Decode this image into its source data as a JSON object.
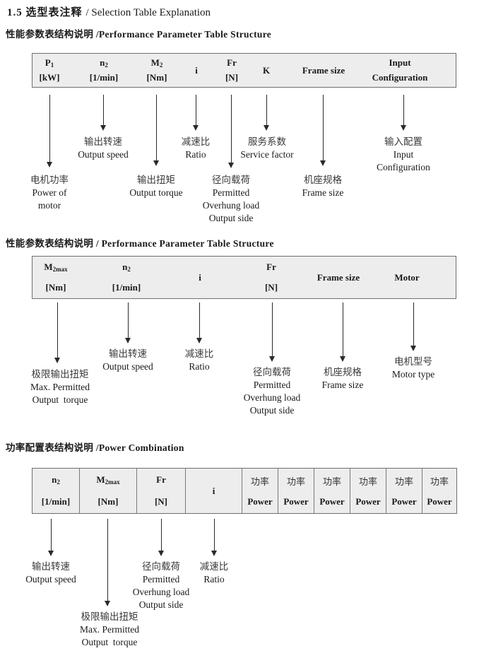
{
  "title": {
    "cn": "1.5 选型表注释",
    "en": "/ Selection Table Explanation"
  },
  "sections": [
    {
      "heading": "性能参数表结构说明 /Performance Parameter Table Structure",
      "table": {
        "columns": [
          {
            "l1": "P",
            "sub": "1",
            "l2": "[kW]"
          },
          {
            "l1": "n",
            "sub": "2",
            "l2": "[1/min]"
          },
          {
            "l1": "M",
            "sub": "2",
            "l2": "[Nm]"
          },
          {
            "l1": "i"
          },
          {
            "l1": "Fr",
            "l2": "[N]"
          },
          {
            "l1": "K"
          },
          {
            "l1": "Frame size"
          },
          {
            "l1": "Input",
            "l2": "Configuration"
          }
        ]
      },
      "callouts": [
        {
          "cn": "电机功率",
          "en1": "Power of",
          "en2": "motor"
        },
        {
          "cn": "输出转速",
          "en1": "Output speed"
        },
        {
          "cn": "输出扭矩",
          "en1": "Output torque"
        },
        {
          "cn": "减速比",
          "en1": "Ratio"
        },
        {
          "cn": "径向载荷",
          "en1": "Permitted",
          "en2": "Overhung load",
          "en3": "Output side"
        },
        {
          "cn": "服务系数",
          "en1": "Service factor"
        },
        {
          "cn": "机座规格",
          "en1": "Frame size"
        },
        {
          "cn": "输入配置",
          "en1": "Input",
          "en2": "Configuration"
        }
      ]
    },
    {
      "heading": "性能参数表结构说明 / Performance Parameter Table Structure",
      "table": {
        "columns": [
          {
            "l1": "M",
            "sub": "2max",
            "l2": "[Nm]"
          },
          {
            "l1": "n",
            "sub": "2",
            "l2": "[1/min]"
          },
          {
            "l1": "i"
          },
          {
            "l1": "Fr",
            "l2": "[N]"
          },
          {
            "l1": "Frame size"
          },
          {
            "l1": "Motor"
          }
        ]
      },
      "callouts": [
        {
          "cn": "极限输出扭矩",
          "en1": "Max. Permitted",
          "en2": "Output  torque"
        },
        {
          "cn": "输出转速",
          "en1": "Output speed"
        },
        {
          "cn": "减速比",
          "en1": "Ratio"
        },
        {
          "cn": "径向载荷",
          "en1": "Permitted",
          "en2": "Overhung load",
          "en3": "Output side"
        },
        {
          "cn": "机座规格",
          "en1": "Frame size"
        },
        {
          "cn": "电机型号",
          "en1": "Motor type"
        }
      ]
    },
    {
      "heading": "功率配置表结构说明 /Power Combination",
      "table": {
        "columns": [
          {
            "l1": "n",
            "sub": "2",
            "l2": "[1/min]"
          },
          {
            "l1": "M",
            "sub": "2max",
            "l2": "[Nm]"
          },
          {
            "l1": "Fr",
            "l2": "[N]"
          },
          {
            "l1": "i"
          },
          {
            "l1": "功率",
            "l2": "Power"
          },
          {
            "l1": "功率",
            "l2": "Power"
          },
          {
            "l1": "功率",
            "l2": "Power"
          },
          {
            "l1": "功率",
            "l2": "Power"
          },
          {
            "l1": "功率",
            "l2": "Power"
          },
          {
            "l1": "功率",
            "l2": "Power"
          }
        ]
      },
      "callouts": [
        {
          "cn": "输出转速",
          "en1": "Output speed"
        },
        {
          "cn": "极限输出扭矩",
          "en1": "Max. Permitted",
          "en2": "Output  torque"
        },
        {
          "cn": "径向载荷",
          "en1": "Permitted",
          "en2": "Overhung load",
          "en3": "Output side"
        },
        {
          "cn": "减速比",
          "en1": "Ratio"
        }
      ]
    }
  ]
}
